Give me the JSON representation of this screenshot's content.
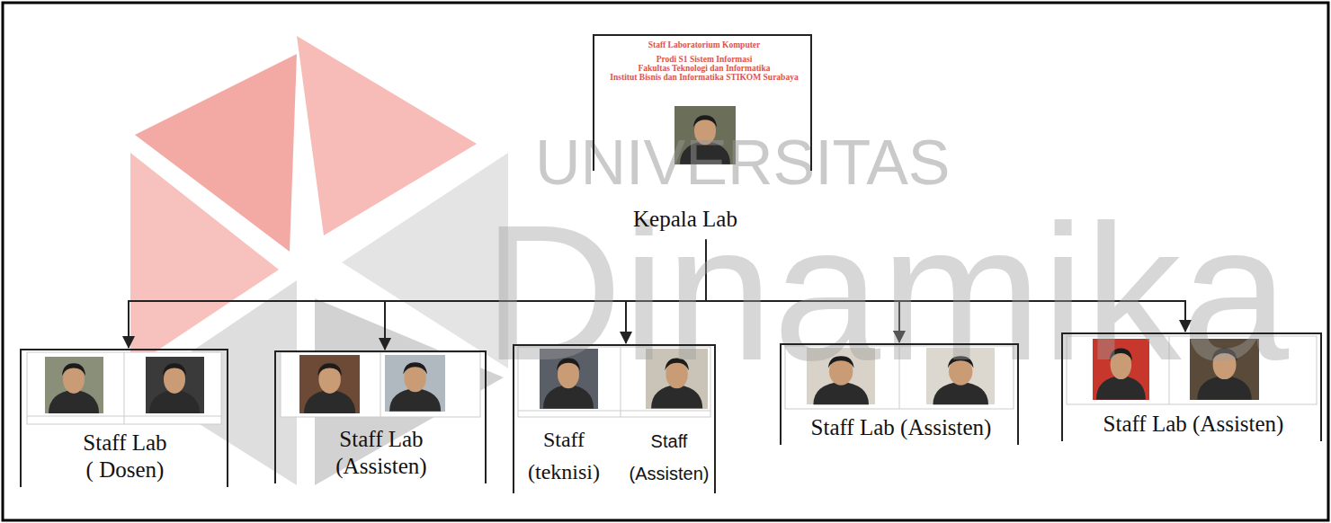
{
  "diagram": {
    "nodes": [
      {
        "text": [
          "Staff Laboratorium Komputer",
          "Prodi S1 Sistem Informasi",
          "Fakultas Teknologi dan Informatika",
          "Institut Bisnis dan Informatika STIKOM Surabaya",
          "Kepala Lab"
        ]
      },
      {
        "text": [
          "Staff Lab ( Dosen)"
        ]
      },
      {
        "text": [
          "Staff Lab (Assisten)"
        ]
      },
      {
        "text": [
          "Staff (teknisi)",
          "Staff (Assisten)"
        ]
      },
      {
        "text": [
          "Staff Lab (Assisten)"
        ]
      },
      {
        "text": [
          "Staff Lab (Assisten)"
        ]
      }
    ],
    "edges": [
      {
        "from": 0,
        "to": 1,
        "arrow": "to"
      },
      {
        "from": 0,
        "to": 2,
        "arrow": "to"
      },
      {
        "from": 0,
        "to": 3,
        "arrow": "to"
      },
      {
        "from": 0,
        "to": 4,
        "arrow": "to"
      },
      {
        "from": 0,
        "to": 5,
        "arrow": "to"
      }
    ],
    "labels": [
      "UNIVERSITAS",
      "Dinamika"
    ]
  }
}
